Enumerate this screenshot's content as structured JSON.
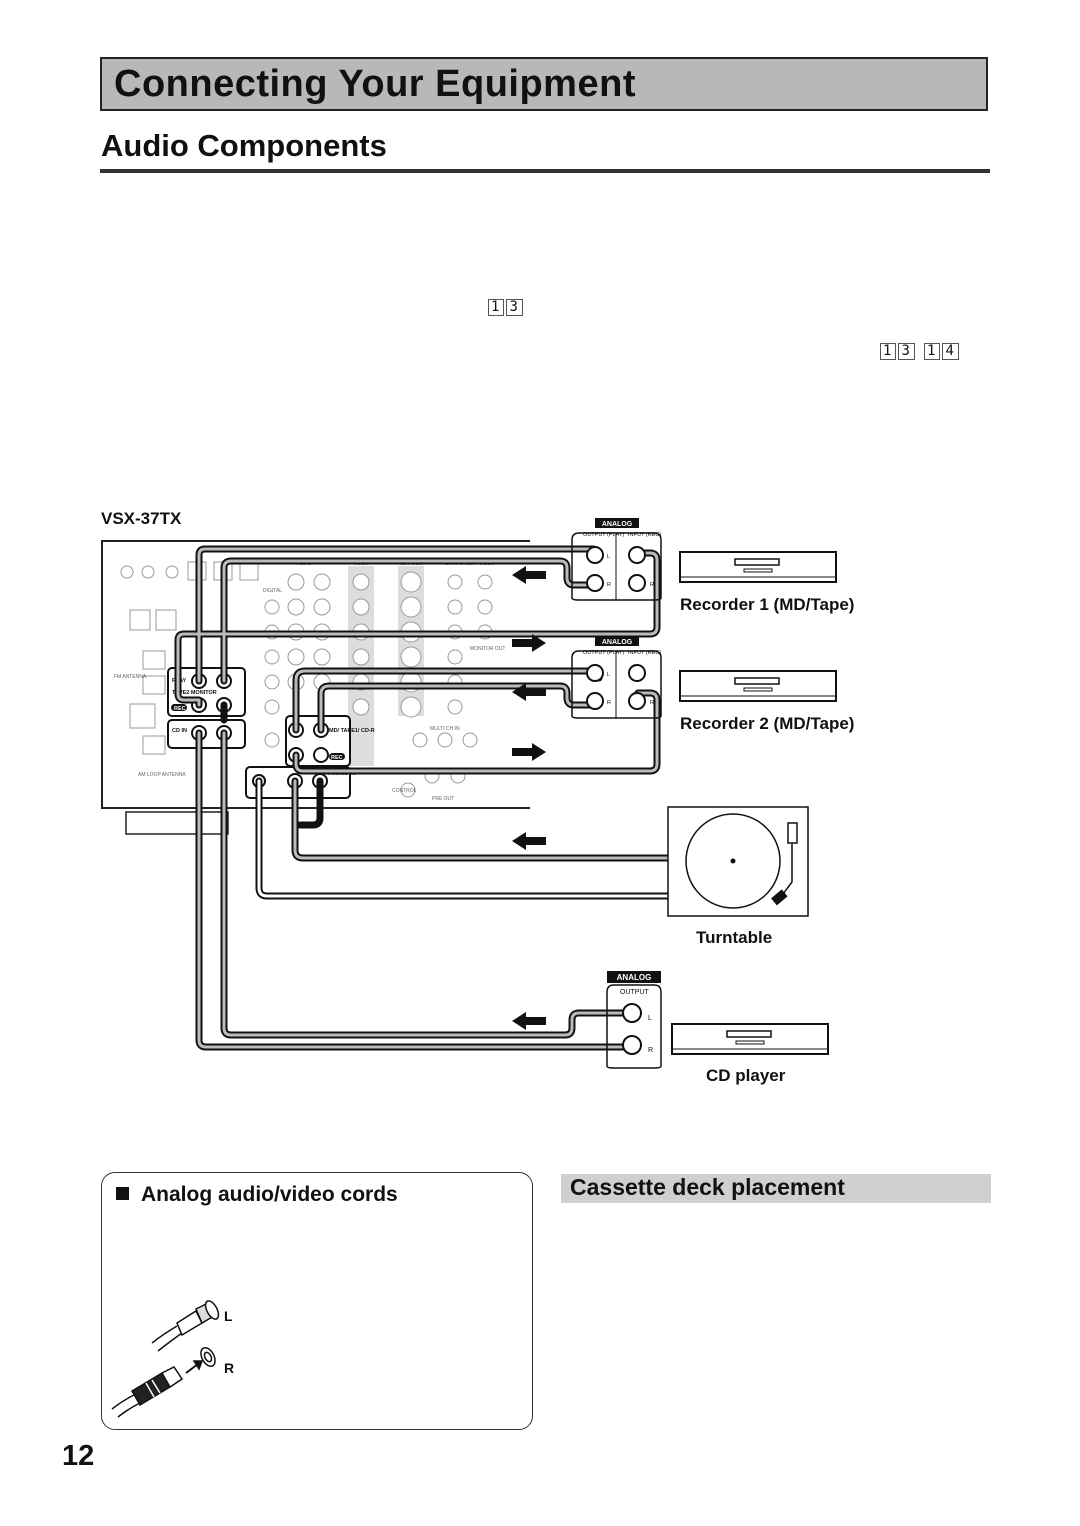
{
  "header": {
    "section_title": "Connecting Your Equipment",
    "subsection_title": "Audio Components"
  },
  "page_refs": {
    "ref1": [
      "1",
      "3"
    ],
    "ref2": [
      "1",
      "3"
    ],
    "ref3": [
      "1",
      "4"
    ]
  },
  "diagram": {
    "model": "VSX-37TX",
    "analog_badge": "ANALOG",
    "output_play": "OUTPUT (PLAY)",
    "input_rec": "INPUT (REC)",
    "output": "OUTPUT",
    "jack_l": "L",
    "jack_r": "R",
    "recorder1": "Recorder 1 (MD/Tape)",
    "recorder2": "Recorder 2 (MD/Tape)",
    "turntable": "Turntable",
    "cd_player": "CD player",
    "receiver_labels": {
      "play": "PLAY",
      "tape2_monitor": "TAPE2 MONITOR",
      "rec": "REC",
      "cd_in": "CD IN",
      "md_tape_cdr": "MD/ TAPE1/ CD-R",
      "phono_in": "PHONO IN",
      "fm_antenna": "FM ANTENNA",
      "am_loop": "AM LOOP ANTENNA",
      "audio": "AUDIO",
      "video": "VIDEO",
      "s2_video": "S2 VIDEO",
      "component_video": "COMPONENT VIDEO",
      "digital": "DIGITAL",
      "multi_ch_in": "MULTI CH IN",
      "monitor_out": "MONITOR OUT",
      "control": "CONTROL",
      "pre_out": "PRE OUT"
    }
  },
  "analog_cords": {
    "heading": "Analog audio/video cords",
    "plug_l": "L",
    "plug_r": "R"
  },
  "cassette": {
    "heading": "Cassette deck placement"
  },
  "page_number": "12"
}
